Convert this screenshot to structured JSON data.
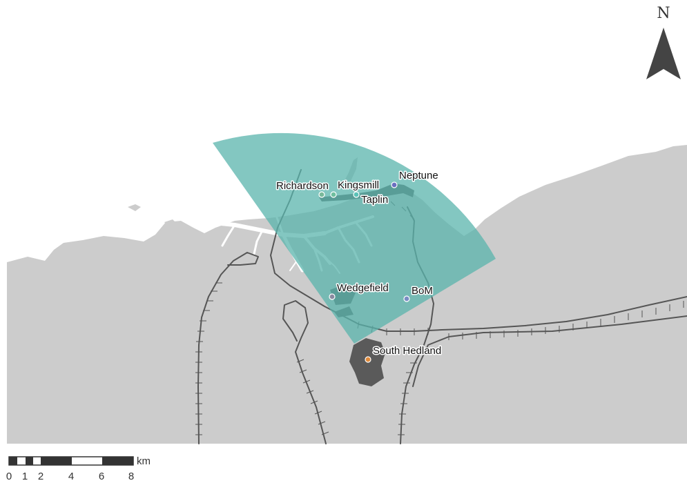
{
  "north_arrow": {
    "letter": "N"
  },
  "sites": [
    {
      "name": "Richardson",
      "color": "#79b89a"
    },
    {
      "name": "Kingsmill",
      "color": "#6fbf9f"
    },
    {
      "name": "Taplin",
      "color": "#5cc2b8"
    },
    {
      "name": "Neptune",
      "color": "#6a6fbf"
    },
    {
      "name": "Wedgefield",
      "color": "#8a8aa0"
    },
    {
      "name": "BoM",
      "color": "#7a8cc4"
    },
    {
      "name": "South Hedland",
      "color": "#e08a3a"
    }
  ],
  "scale_bar": {
    "unit": "km",
    "ticks": [
      "0",
      "1",
      "2",
      "4",
      "6",
      "8"
    ]
  },
  "colors": {
    "land": "#cccccc",
    "sea": "#ffffff",
    "urban": "#5a5a5a",
    "wind_sector": "#5ab4ac",
    "rail": "#555555"
  }
}
